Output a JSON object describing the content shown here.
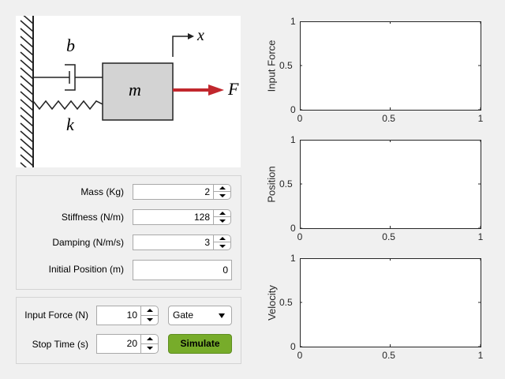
{
  "diagram": {
    "labels": {
      "damper": "b",
      "spring": "k",
      "mass": "m",
      "force": "F",
      "displacement": "x"
    },
    "colors": {
      "mass_fill": "#d3d3d3",
      "force_arrow": "#c1272d"
    }
  },
  "parameters": {
    "mass": {
      "label": "Mass (Kg)",
      "value": "2"
    },
    "stiffness": {
      "label": "Stiffness (N/m)",
      "value": "128"
    },
    "damping": {
      "label": "Damping (N/m/s)",
      "value": "3"
    },
    "initial_position": {
      "label": "Initial Position (m)",
      "value": "0"
    }
  },
  "controls": {
    "input_force": {
      "label": "Input Force (N)",
      "value": "10"
    },
    "stop_time": {
      "label": "Stop Time (s)",
      "value": "20"
    },
    "signal_type": {
      "selected": "Gate"
    },
    "simulate_label": "Simulate",
    "simulate_color": "#77ac2a"
  },
  "chart_data": [
    {
      "type": "line",
      "ylabel": "Input Force",
      "xlabel": "",
      "title": "",
      "xlim": [
        0,
        1
      ],
      "ylim": [
        0,
        1
      ],
      "xticks": [
        "0",
        "0.5",
        "1"
      ],
      "yticks": [
        "0",
        "0.5",
        "1"
      ],
      "series": [],
      "grid": false
    },
    {
      "type": "line",
      "ylabel": "Position",
      "xlabel": "",
      "title": "",
      "xlim": [
        0,
        1
      ],
      "ylim": [
        0,
        1
      ],
      "xticks": [
        "0",
        "0.5",
        "1"
      ],
      "yticks": [
        "0",
        "0.5",
        "1"
      ],
      "series": [],
      "grid": false
    },
    {
      "type": "line",
      "ylabel": "Velocity",
      "xlabel": "",
      "title": "",
      "xlim": [
        0,
        1
      ],
      "ylim": [
        0,
        1
      ],
      "xticks": [
        "0",
        "0.5",
        "1"
      ],
      "yticks": [
        "0",
        "0.5",
        "1"
      ],
      "series": [],
      "grid": false
    }
  ]
}
